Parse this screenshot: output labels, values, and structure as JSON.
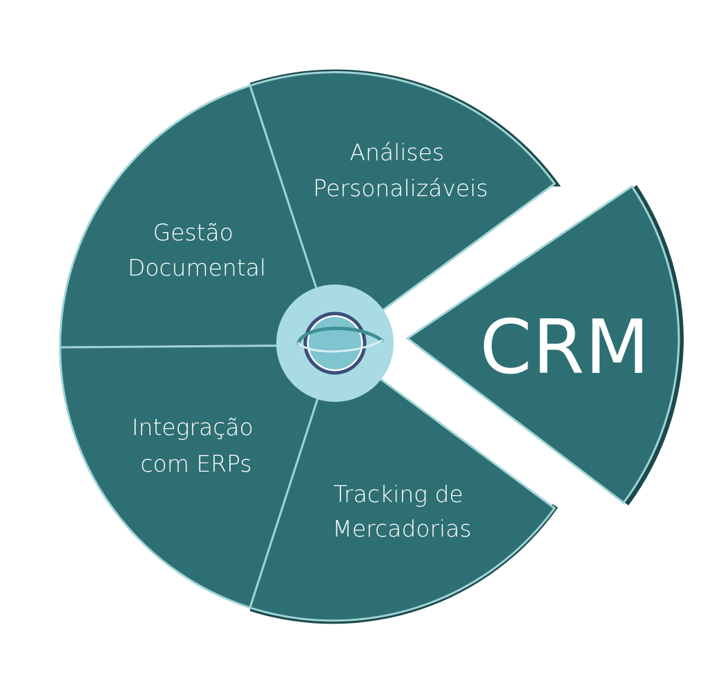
{
  "diagram": {
    "segments": [
      {
        "id": "analises",
        "lines": [
          "Análises",
          "Personalizáveis"
        ]
      },
      {
        "id": "gestao",
        "lines": [
          "Gestão",
          "Documental"
        ]
      },
      {
        "id": "integracao",
        "lines": [
          "Integração",
          "com ERPs"
        ]
      },
      {
        "id": "tracking",
        "lines": [
          "Tracking de",
          "Mercadorias"
        ]
      }
    ],
    "highlight": {
      "label": "CRM"
    },
    "hub_icon": "orbit-logo-icon"
  },
  "colors": {
    "segment_fill": "#2e6f73",
    "segment_shadow": "#1c4a4c",
    "divider": "#9fd3d6",
    "outer_rim": "#8fcfd2",
    "hub_disc": "#a9dbe4",
    "hub_ring": "#3b4f7a",
    "hub_globe": "#7ec5cf",
    "text": "#ffffff"
  }
}
